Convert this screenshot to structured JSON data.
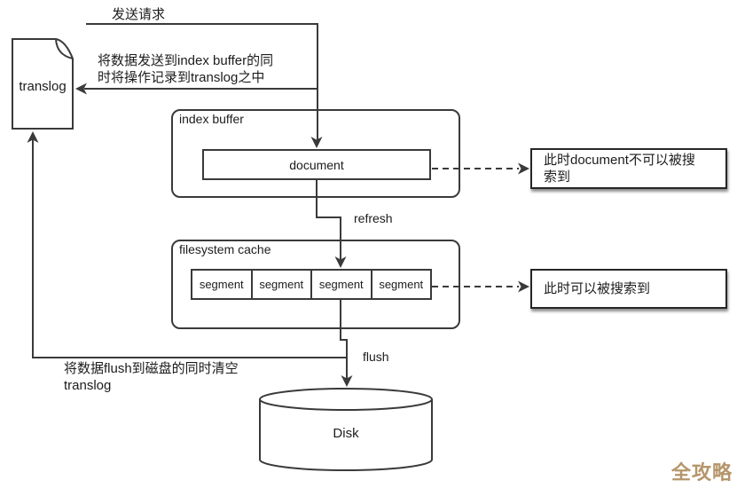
{
  "colors": {
    "stroke": "#3a3a3a",
    "text": "#1c1c1c",
    "watermark": "#b5956a"
  },
  "nodes": {
    "translog": {
      "label": "translog"
    },
    "index_buffer": {
      "label": "index buffer",
      "document_label": "document"
    },
    "filesystem_cache": {
      "label": "filesystem cache",
      "segments": [
        "segment",
        "segment",
        "segment",
        "segment"
      ]
    },
    "disk": {
      "label": "Disk"
    }
  },
  "edges": {
    "send_request_label": "发送请求",
    "write_note_line1": "将数据发送到index buffer的同",
    "write_note_line2": "时将操作记录到translog之中",
    "refresh_label": "refresh",
    "flush_label": "flush",
    "flush_note_line1": "将数据flush到磁盘的同时清空",
    "flush_note_line2": "translog"
  },
  "callouts": {
    "not_searchable_line1": "此时document不可以被搜",
    "not_searchable_line2": "索到",
    "searchable": "此时可以被搜索到"
  },
  "watermark": "全攻略"
}
